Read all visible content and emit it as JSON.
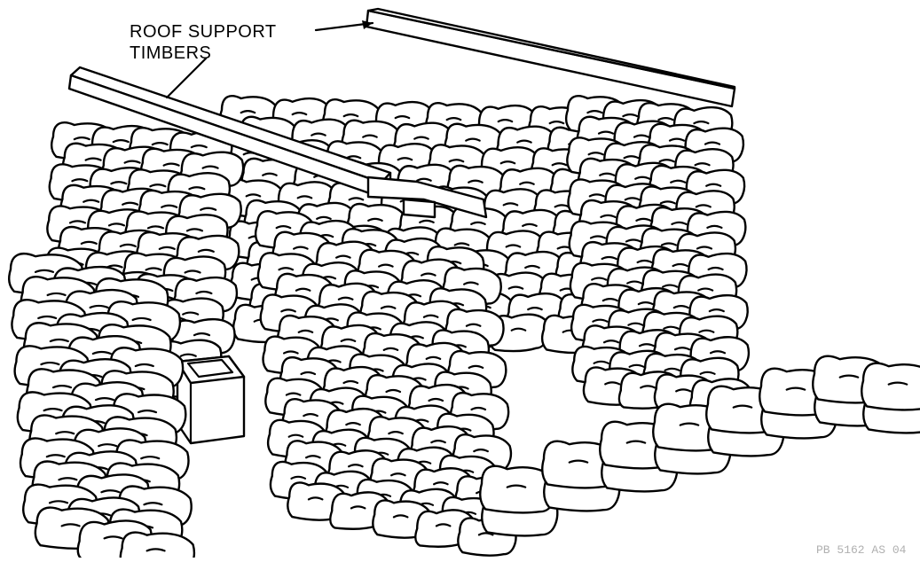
{
  "illustration": {
    "callout": {
      "line1": "ROOF SUPPORT",
      "line2": "TIMBERS"
    },
    "figure_code": "PB 5162 AS 04"
  }
}
